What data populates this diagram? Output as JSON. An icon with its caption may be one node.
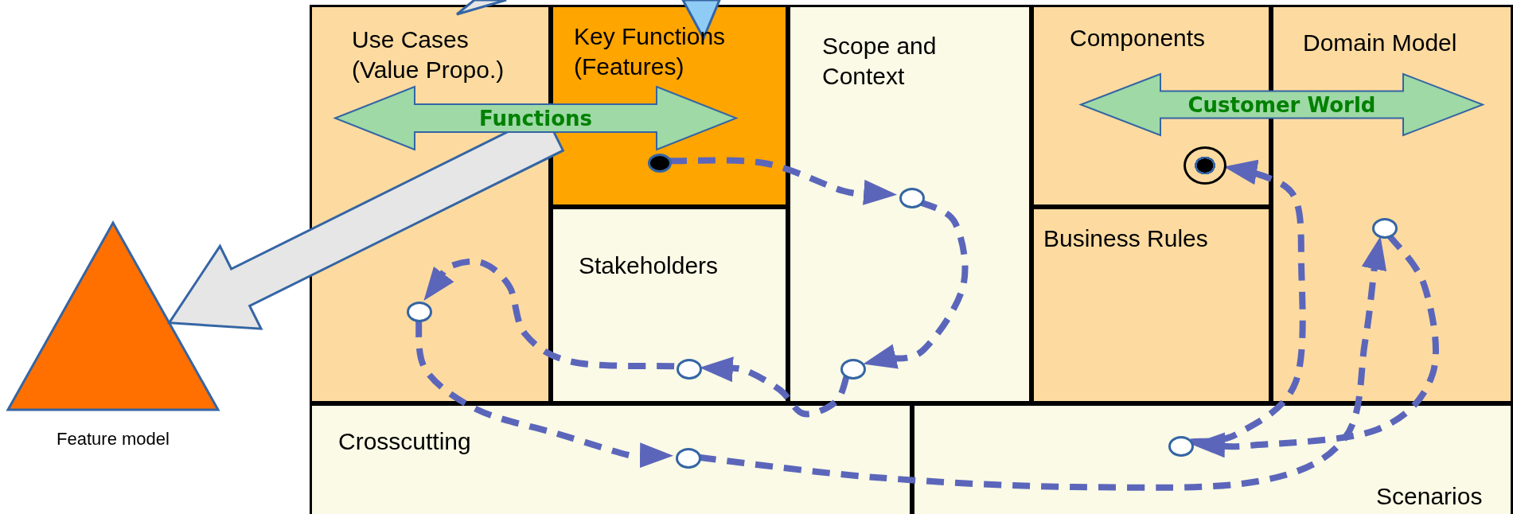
{
  "diagram": {
    "nodes": [
      {
        "text": [
          "Use Cases (Value Propo.)"
        ]
      },
      {
        "text": [
          "Key Functions (Features)"
        ]
      },
      {
        "text": [
          "Scope and Context"
        ]
      },
      {
        "text": [
          "Components"
        ]
      },
      {
        "text": [
          "Domain Model"
        ]
      },
      {
        "text": [
          "Functions"
        ]
      },
      {
        "text": [
          "Customer World"
        ]
      },
      {
        "text": [],
        "shape": "circle",
        "in": 1
      },
      {
        "text": [],
        "shape": "circle",
        "in": 3
      },
      {
        "text": [],
        "shape": "circle",
        "in": 2
      },
      {
        "text": [],
        "shape": "circle",
        "in": 4
      },
      {
        "text": [
          "Stakeholders"
        ]
      },
      {
        "text": [
          "Business Rules"
        ]
      },
      {
        "text": [],
        "shape": "circle",
        "in": 0
      },
      {
        "text": [],
        "shape": "circle",
        "in": 11
      },
      {
        "text": [],
        "shape": "circle",
        "in": 2
      },
      {
        "text": [
          "Feature model"
        ]
      },
      {
        "text": [
          "Crosscutting"
        ]
      },
      {
        "text": [
          "Scenarios"
        ]
      },
      {
        "text": [],
        "shape": "circle",
        "in": 17
      },
      {
        "text": [],
        "shape": "circle",
        "in": 18
      }
    ],
    "edges": [
      {
        "from": 7,
        "to": 9,
        "arrow": "to",
        "style": "dashed"
      },
      {
        "from": 9,
        "to": 15,
        "arrow": "to",
        "style": "dashed"
      },
      {
        "from": 15,
        "to": 14,
        "arrow": "to",
        "style": "dashed"
      },
      {
        "from": 14,
        "to": 13,
        "arrow": "to",
        "style": "dashed"
      },
      {
        "from": 13,
        "to": 19,
        "arrow": "to",
        "style": "dashed"
      },
      {
        "from": 19,
        "to": 10,
        "arrow": "to",
        "style": "dashed"
      },
      {
        "from": 10,
        "to": 20,
        "arrow": "to",
        "style": "dashed"
      },
      {
        "from": 20,
        "to": 8,
        "arrow": "to",
        "style": "dashed"
      },
      {
        "from": 5,
        "to": 16,
        "arrow": "to",
        "style": "thick",
        "color": "#e6e6e6"
      }
    ]
  }
}
